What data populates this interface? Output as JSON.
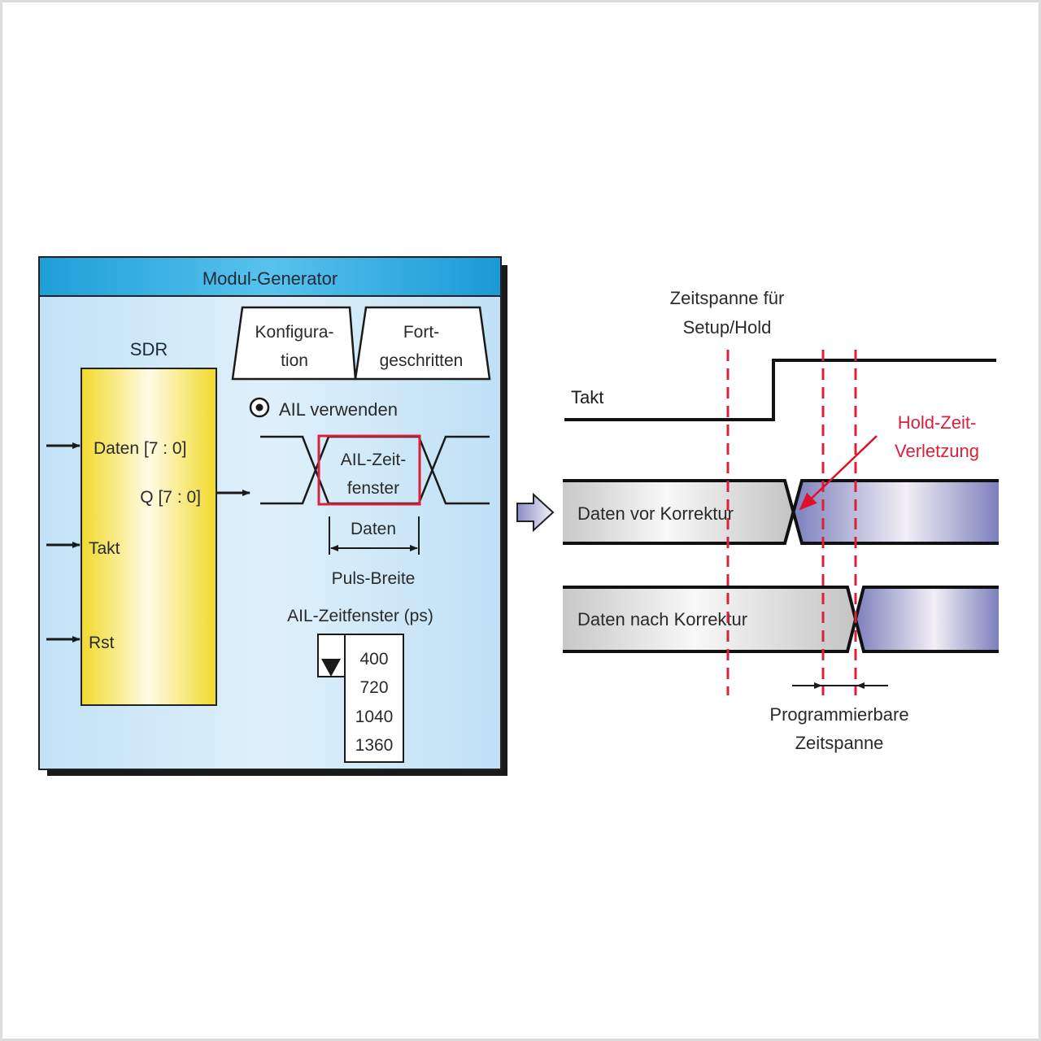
{
  "module_generator": {
    "title": "Modul-Generator",
    "block_label": "SDR",
    "ports": {
      "daten": "Daten [7 : 0]",
      "q": "Q [7 : 0]",
      "takt": "Takt",
      "rst": "Rst"
    },
    "tabs": [
      {
        "line1": "Konfigura-",
        "line2": "tion"
      },
      {
        "line1": "Fort-",
        "line2": "geschritten"
      }
    ],
    "radio_label": "AIL verwenden",
    "radio_selected": true,
    "window_label_line1": "AIL-Zeit-",
    "window_label_line2": "fenster",
    "data_label": "Daten",
    "pulse_width_label": "Puls-Breite",
    "dropdown_label": "AIL-Zeitfenster (ps)",
    "dropdown_options": [
      "400",
      "720",
      "1040",
      "1360"
    ]
  },
  "timing": {
    "title_line1": "Zeitspanne für",
    "title_line2": "Setup/Hold",
    "clock_label": "Takt",
    "violation_line1": "Hold-Zeit-",
    "violation_line2": "Verletzung",
    "row_before": "Daten vor Korrektur",
    "row_after": "Daten nach Korrektur",
    "programmable_line1": "Programmierbare",
    "programmable_line2": "Zeitspanne"
  },
  "colors": {
    "header_blue": "#1fa3dc",
    "panel_blue": "#cfe8f7",
    "block_yellow": "#f3dc2a",
    "highlight_red": "#d9213a",
    "data_purple": "#7f83bd",
    "data_grey": "#c9c9c9"
  }
}
